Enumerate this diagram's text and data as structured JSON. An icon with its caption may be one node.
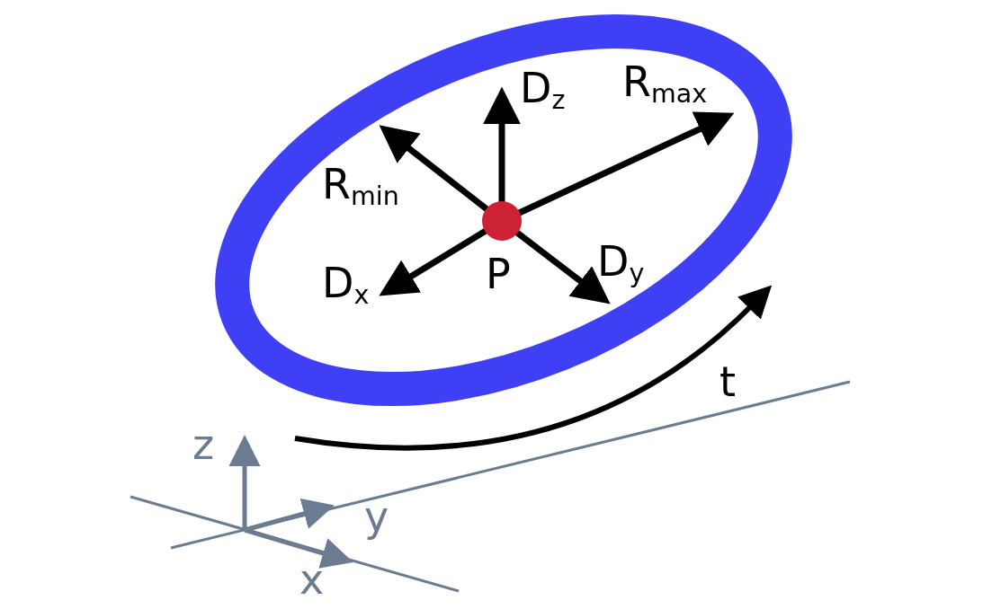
{
  "diagram": {
    "labels": [
      "D$_{z}$",
      "R$_{max}$",
      "R$_{min}$",
      "P",
      "D$_{x}$",
      "D$_{y}$",
      "t",
      "z",
      "y",
      "x"
    ]
  }
}
